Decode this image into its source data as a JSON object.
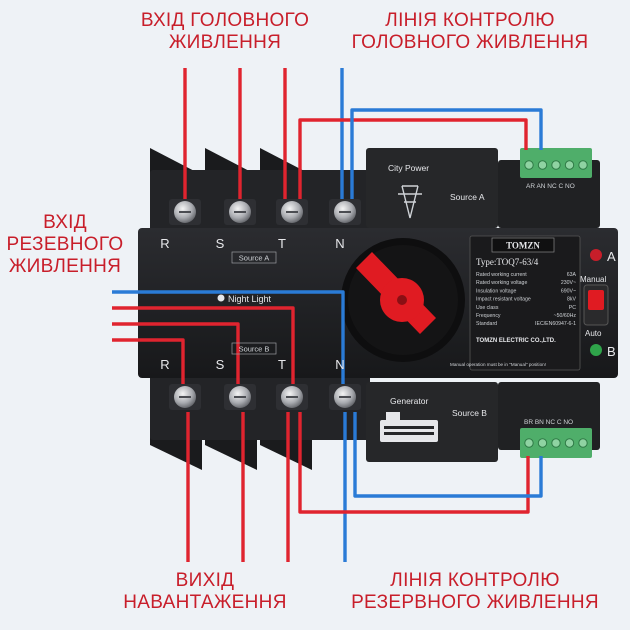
{
  "captions": {
    "main_input": [
      "ВХІД ГОЛОВНОГО",
      "ЖИВЛЕННЯ"
    ],
    "main_control": [
      "ЛІНІЯ КОНТРОЛЮ",
      "ГОЛОВНОГО ЖИВЛЕННЯ"
    ],
    "backup_input": [
      "ВХІД",
      "РЕЗЕВНОГО",
      "ЖИВЛЕННЯ"
    ],
    "load_output": [
      "ВИХІД",
      "НАВАНТАЖЕННЯ"
    ],
    "backup_control": [
      "ЛІНІЯ КОНТРОЛЮ",
      "РЕЗЕРВНОГО ЖИВЛЕННЯ"
    ]
  },
  "device": {
    "brand": "TOMZN",
    "type_label": "Type:TOQ7-63/4",
    "company": "TOMZN ELECTRIC CO.,LTD.",
    "phase_top": [
      "R",
      "S",
      "T",
      "N"
    ],
    "phase_bottom": [
      "R",
      "S",
      "T",
      "N"
    ],
    "source_a_tag": "Source A",
    "source_b_tag": "Source B",
    "night_light": "Night Light",
    "city_power": "City Power",
    "source_a": "Source A",
    "generator": "Generator",
    "source_b": "Source B",
    "terminal_top": "AR AN NC C NO",
    "terminal_bottom": "BR BN NC C NO",
    "indicator_a": "A",
    "indicator_b": "B",
    "manual": "Manual",
    "auto": "Auto",
    "note": "Manual operation must be in \"Manual\" position!",
    "specs": [
      {
        "label": "Rated working current",
        "value": "63A"
      },
      {
        "label": "Rated working voltage",
        "value": "230V~"
      },
      {
        "label": "Insulation voltage",
        "value": "690V~"
      },
      {
        "label": "Impact resistant voltage",
        "value": "8kV"
      },
      {
        "label": "Use class",
        "value": "PC"
      },
      {
        "label": "Frequency",
        "value": "~50/60Hz"
      },
      {
        "label": "Standard",
        "value": "IEC/EN60947-6-1"
      }
    ]
  },
  "colors": {
    "label": "#c81e2a",
    "wire_phase": "#e0242f",
    "wire_neutral": "#2a7bd6",
    "body": "#1e1f22",
    "terminal_block": "#4fae6a",
    "knob": "#e01b22"
  }
}
